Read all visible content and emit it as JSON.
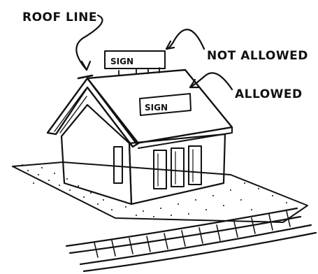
{
  "labels": {
    "roof_line": "ROOF LINE",
    "not_allowed": "NOT ALLOWED",
    "allowed": "ALLOWED"
  },
  "signs": {
    "rooftop_sign": "SIGN",
    "roof_mounted_sign": "SIGN"
  },
  "colors": {
    "ink": "#111111",
    "paper": "#ffffff"
  }
}
